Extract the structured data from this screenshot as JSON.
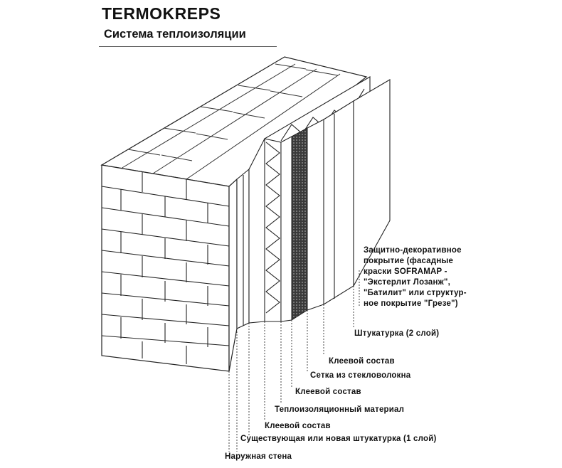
{
  "header": {
    "title": "TERMOKREPS",
    "subtitle": "Система теплоизоляции"
  },
  "labels": {
    "coating": [
      "Защитно-декоративное",
      "покрытие (фасадные",
      "краски SOFRAMAP -",
      "\"Экстерлит Лозанж\",",
      "\"Батилит\" или структур-",
      "ное покрытие \"Грезе\")"
    ],
    "plaster": "Штукатурка (2 слой)",
    "adhesive_outer": "Клеевой состав",
    "mesh": "Сетка из стекловолокна",
    "adhesive_middle": "Клеевой состав",
    "insulation": "Теплоизоляционный материал",
    "adhesive_inner": "Клеевой состав",
    "existing_plaster": "Существующая или новая штукатурка (1 слой)",
    "outer_wall": "Наружная стена"
  }
}
